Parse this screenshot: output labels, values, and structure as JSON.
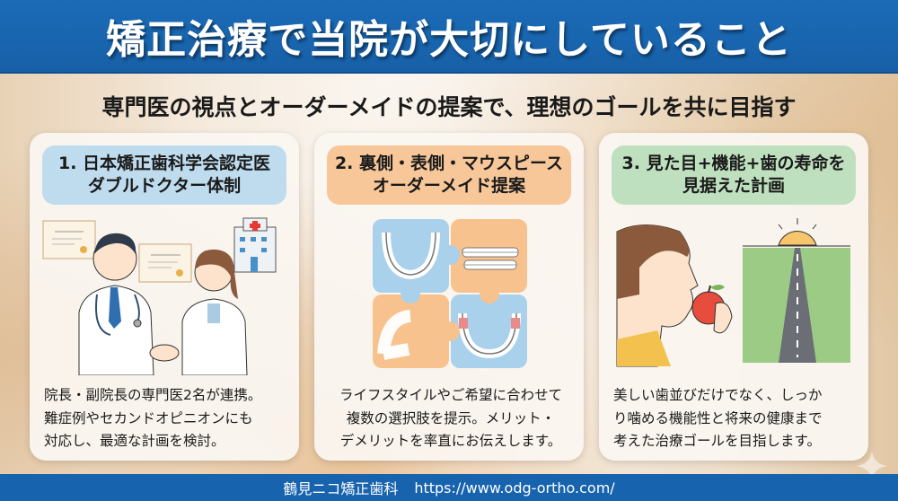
{
  "header": {
    "title": "矯正治療で当院が大切にしていること",
    "color": "#1b6bb7"
  },
  "subtitle": "専門医の視点とオーダーメイドの提案で、理想のゴールを共に目指す",
  "cards": [
    {
      "title_line1": "1. 日本矯正歯科学会認定医",
      "title_line2": "ダブルドクター体制",
      "title_color": "#bfdcef",
      "illustration": "two-doctors-handshake-with-certificates-and-hospital",
      "body": [
        "院長・副院長の専門医2名が連携。",
        "難症例やセカンドオピニオンにも",
        "対応し、最適な計画を検討。"
      ]
    },
    {
      "title_line1": "2. 裏側・表側・マウスピース",
      "title_line2": "オーダーメイド提案",
      "title_color": "#f7c79a",
      "illustration": "puzzle-of-orthodontic-appliances",
      "body": [
        "ライフスタイルやご希望に合わせて",
        "複数の選択肢を提示。メリット・",
        "デメリットを率直にお伝えします。"
      ]
    },
    {
      "title_line1": "3. 見た目+機能+歯の寿命を",
      "title_line2": "見据えた計画",
      "title_color": "#bfe0bf",
      "illustration": "person-eating-apple-and-road-to-sunrise",
      "body": [
        "美しい歯並びだけでなく、しっか",
        "り噛める機能性と将来の健康まで",
        "考えた治療ゴールを目指します。"
      ]
    }
  ],
  "footer": {
    "clinic_name": "鶴見ニコ矯正歯科",
    "url": "https://www.odg-ortho.com/"
  }
}
